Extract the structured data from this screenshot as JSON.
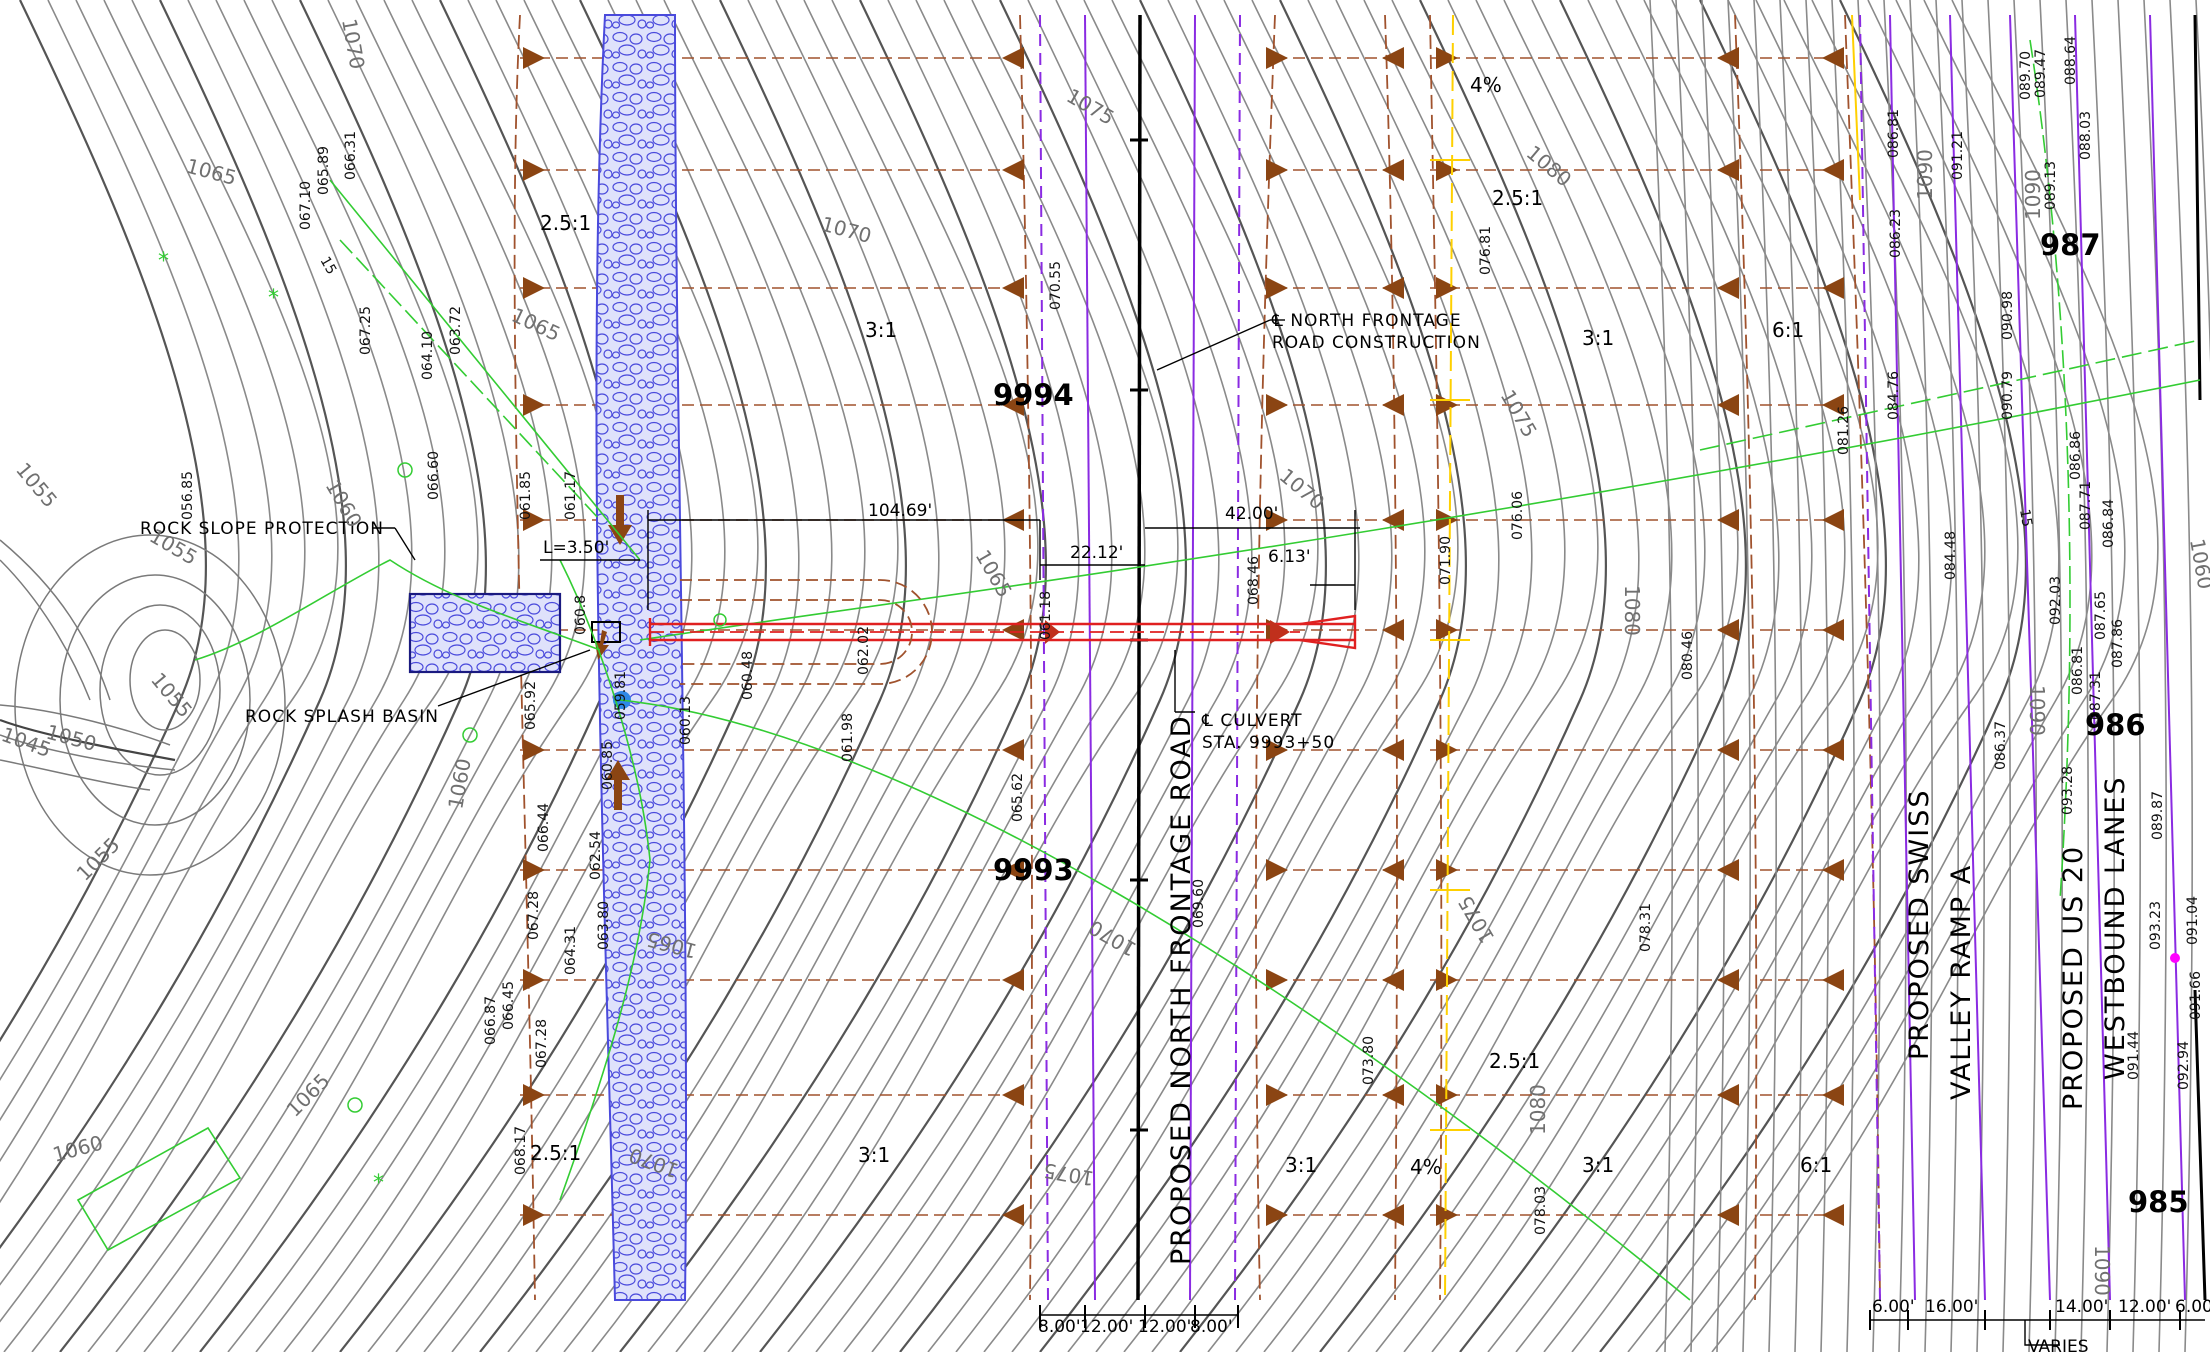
{
  "labels": {
    "rock_slope_protection": "ROCK SLOPE PROTECTION",
    "rock_splash_basin": "ROCK SPLASH BASIN",
    "frontage_line1": "℄ NORTH FRONTAGE",
    "frontage_line2": "ROAD CONSTRUCTION",
    "culvert_line1": "℄ CULVERT",
    "culvert_line2": "STA. 9993+50",
    "proposed_north_frontage_road": "PROPOSED NORTH FRONTAGE ROAD",
    "swiss_valley_line1": "PROPOSED SWISS",
    "swiss_valley_line2": "VALLEY RAMP A",
    "us20_line1": "PROPOSED US 20",
    "us20_line2": "WESTBOUND LANES",
    "length_label": "L=3.50'",
    "varies": "VARIES"
  },
  "stations": {
    "s9994": "9994",
    "s9993": "9993",
    "s987": "987",
    "s986": "986",
    "s985": "985"
  },
  "dimensions": {
    "d104": "104.69'",
    "d22": "22.12'",
    "d42": "42.00'",
    "d6": "6.13'",
    "bottom": [
      "8.00'",
      "12.00'",
      "12.00'",
      "8.00'"
    ],
    "bottom_right": [
      "6.00'",
      "16.00'",
      "14.00'",
      "12.00'",
      "6.00'"
    ]
  },
  "slopes": {
    "s1": "2.5:1",
    "s2": "3:1",
    "s3": "3:1",
    "s4": "6:1",
    "s5": "2.5:1",
    "s6": "2.5:1",
    "s7": "3:1",
    "s8": "3:1",
    "s9": "3:1",
    "s10": "6:1",
    "s11": "2.5:1",
    "pct_top": "4%",
    "pct_bottom": "4%"
  },
  "contours": {
    "c1070a": "1070",
    "c1065a": "1065",
    "c1070b": "1070",
    "c1065b": "1065",
    "c1075a": "1075",
    "c1080a": "1080",
    "c1075b": "1075",
    "c1070c": "1070",
    "c1065c": "1065",
    "c1080b": "1080",
    "c1060a": "1060",
    "c1055a": "1055",
    "c1055b": "1055",
    "c1050": "1050",
    "c1045": "1045",
    "c1055c": "1055",
    "c1055d": "1055",
    "c1060b": "1060",
    "c1065d": "1065",
    "c1070d": "1070",
    "c1075c": "1075",
    "c1060c": "1060",
    "c1065e": "1065",
    "c1070e": "1070",
    "c1075d": "1075",
    "c1080c": "1080",
    "c1090a": "1090",
    "c1090b": "1090",
    "c1060d": "1060",
    "c1090c": "1090",
    "c1090d": "1090"
  },
  "elevations": {
    "e1": "065.89",
    "e2": "066.31",
    "e3": "067.10",
    "e4": "067.25",
    "e5": "063.72",
    "e6": "064.10",
    "e7": "066.60",
    "e8": "061.85",
    "e9": "061.17",
    "e10": "060.8",
    "e11": "056.85",
    "e12": "060.13",
    "e13": "060.48",
    "e14": "062.02",
    "e15": "061.98",
    "e16": "065.62",
    "e17": "066.44",
    "e18": "067.28",
    "e19": "064.31",
    "e20": "066.87",
    "e21": "066.45",
    "e22": "067.28",
    "e23": "068.17",
    "e24": "069.60",
    "e25": "068.46",
    "e26": "070.55",
    "e27": "076.81",
    "e28": "071.90",
    "e29": "076.06",
    "e30": "080.46",
    "e31": "078.31",
    "e32": "073.80",
    "e33": "078.03",
    "e34": "081.26",
    "e35": "084.76",
    "e36": "086.81",
    "e37": "086.23",
    "e38": "084.48",
    "e39": "086.37",
    "e40": "091.21",
    "e41": "090.98",
    "e42": "090.79",
    "e43": "089.70",
    "e44": "089.47",
    "e45": "088.64",
    "e46": "089.13",
    "e47": "088.03",
    "e48": "086.86",
    "e49": "087.71",
    "e50": "086.84",
    "e51": "092.03",
    "e52": "087.65",
    "e53": "087.86",
    "e54": "086.81",
    "e55": "093.28",
    "e56": "089.87",
    "e57": "093.23",
    "e58": "091.04",
    "e59": "091.66",
    "e60": "091.44",
    "e61": "092.94",
    "e62": "060.85",
    "e63": "059.81",
    "e64": "062.54",
    "e65": "063.80",
    "e66": "065.92",
    "e67": "061.18",
    "e68": "087.31",
    "e69": "15",
    "e70": "15"
  },
  "colors": {
    "contour": "#8a8a8a",
    "contour_index": "#555555",
    "earthwork": "#a0522d",
    "arrow": "#8b4513",
    "culvert": "#e02020",
    "rock": "#4a4adc",
    "rock_fill": "#c8ccf5",
    "lane": "#8a2be2",
    "existing": "#33cc33",
    "marker_yellow": "#ffd000",
    "centerline": "#000000"
  }
}
